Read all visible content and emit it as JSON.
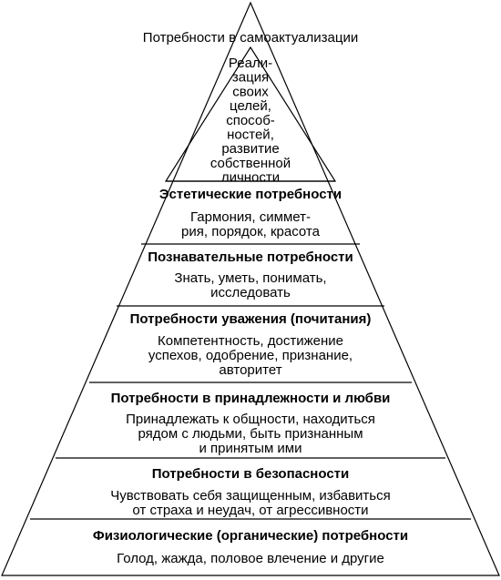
{
  "apex": {
    "title": "Потребности в самоактуализации",
    "desc_lines": [
      "Реали-",
      "зация",
      "своих",
      "целей,",
      "способ-",
      "ностей,",
      "развитие",
      "собственной",
      "личности"
    ]
  },
  "levels": [
    {
      "title": "Эстетические потребности",
      "desc_lines": [
        "Гармония, симмет-",
        "рия, порядок, красота"
      ]
    },
    {
      "title": "Познавательные потребности",
      "desc_lines": [
        "Знать, уметь, понимать,",
        "исследовать"
      ]
    },
    {
      "title": "Потребности уважения (почитания)",
      "desc_lines": [
        "Компетентность, достижение",
        "успехов, одобрение, признание,",
        "авторитет"
      ]
    },
    {
      "title": "Потребности в принадлежности и любви",
      "desc_lines": [
        "Принадлежать к общности, находиться",
        "рядом с людьми, быть признанным",
        "и принятым ими"
      ]
    },
    {
      "title": "Потребности в безопасности",
      "desc_lines": [
        "Чувствовать себя защищенным, избавиться",
        "от страха и неудач, от агрессивности"
      ]
    },
    {
      "title": "Физиологические (органические) потребности",
      "desc_lines": [
        "Голод, жажда, половое влечение и другие"
      ]
    }
  ]
}
